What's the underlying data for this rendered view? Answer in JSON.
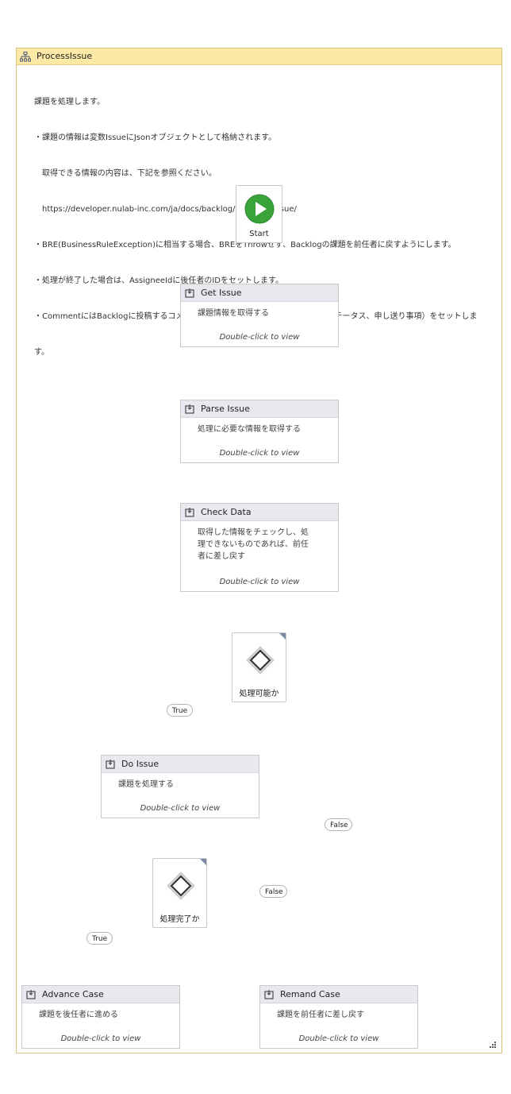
{
  "sequence": {
    "title": "ProcessIssue",
    "description": [
      "課題を処理します。",
      "・課題の情報は変数IssueにJsonオブジェクトとして格納されます。",
      "　取得できる情報の内容は、下記を参照ください。",
      "　https://developer.nulab-inc.com/ja/docs/backlog/api/2/get-issue/",
      "・BRE(BusinessRuleException)に相当する場合、BREをThrowせず、Backlogの課題を前任者に戻すようにします。",
      "・処理が終了した場合は、AssigneeIdに後任者のIDをセットします。",
      "・CommentにはBacklogに投稿するコメント（課題の処理完了、差し戻しなどのステータス、申し送り事項）をセットしま",
      "す。"
    ]
  },
  "start": {
    "label": "Start"
  },
  "activities": {
    "get_issue": {
      "title": "Get Issue",
      "body": "課題情報を取得する",
      "hint": "Double-click to view"
    },
    "parse_issue": {
      "title": "Parse Issue",
      "body": "処理に必要な情報を取得する",
      "hint": "Double-click to view"
    },
    "check_data": {
      "title": "Check Data",
      "body": "取得した情報をチェックし、処理できないものであれば、前任者に差し戻す",
      "hint": "Double-click to view"
    },
    "do_issue": {
      "title": "Do Issue",
      "body": "課題を処理する",
      "hint": "Double-click to view"
    },
    "advance_case": {
      "title": "Advance Case",
      "body": "課題を後任者に進める",
      "hint": "Double-click to view"
    },
    "remand_case": {
      "title": "Remand Case",
      "body": "課題を前任者に差し戻す",
      "hint": "Double-click to view"
    }
  },
  "decisions": {
    "can_process": {
      "label": "処理可能か",
      "true_label": "True",
      "false_label": "False"
    },
    "is_done": {
      "label": "処理完了か",
      "true_label": "True",
      "false_label": "False"
    }
  },
  "colors": {
    "header_bg": "#fde9a6",
    "activity_header": "#e7e9ee",
    "start_green": "#3aa33a",
    "connector": "#a9a9a9"
  }
}
